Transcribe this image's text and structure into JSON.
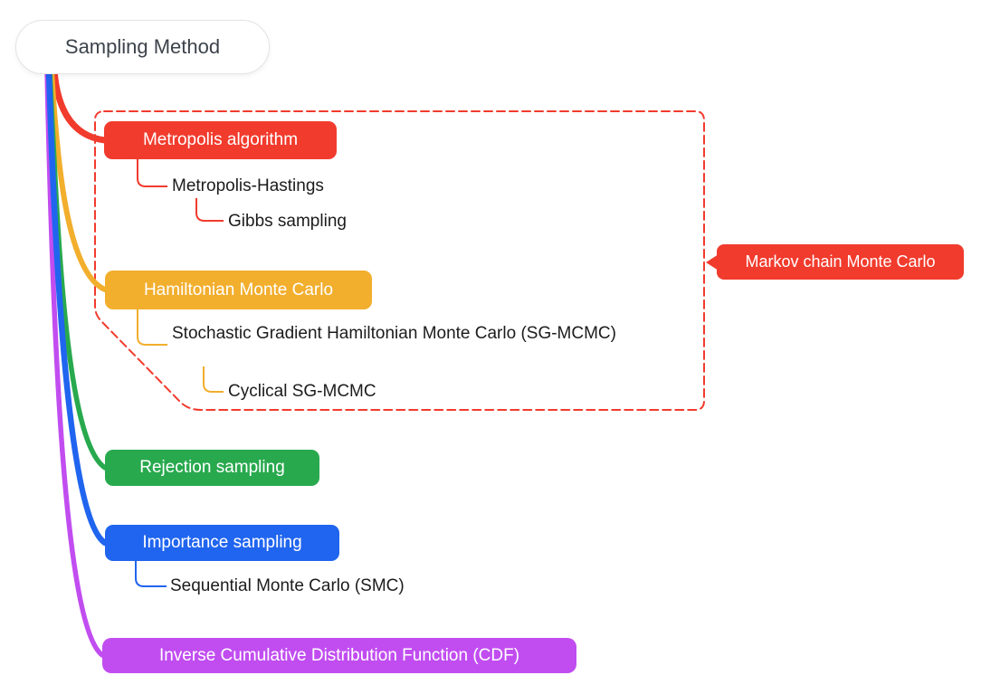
{
  "app": {
    "type": "mind-map",
    "background": "#ffffff"
  },
  "colors": {
    "red": "#f13b2d",
    "orange": "#f2ae2d",
    "green": "#28a94e",
    "blue": "#2065ef",
    "purple": "#c14df0",
    "root_text": "#3d434b",
    "topic_text": "#1c1c1c",
    "boundary_stroke": "#f13b2d"
  },
  "root": {
    "label": "Sampling Method"
  },
  "branches": [
    {
      "label": "Metropolis algorithm",
      "color": "#f13b2d",
      "children": [
        {
          "label": "Metropolis-Hastings",
          "children": [
            {
              "label": "Gibbs sampling"
            }
          ]
        }
      ]
    },
    {
      "label": "Hamiltonian Monte Carlo",
      "color": "#f2ae2d",
      "children": [
        {
          "label": "Stochastic Gradient Hamiltonian Monte Carlo (SG-MCMC)",
          "children": [
            {
              "label": "Cyclical SG-MCMC"
            }
          ]
        }
      ]
    },
    {
      "label": "Rejection sampling",
      "color": "#28a94e",
      "children": []
    },
    {
      "label": "Importance sampling",
      "color": "#2065ef",
      "children": [
        {
          "label": "Sequential Monte Carlo (SMC)",
          "children": []
        }
      ]
    },
    {
      "label": "Inverse Cumulative Distribution Function (CDF)",
      "color": "#c14df0",
      "children": []
    }
  ],
  "boundary": {
    "callout_label": "Markov chain Monte Carlo",
    "color": "#f13b2d",
    "style": "dashed"
  }
}
